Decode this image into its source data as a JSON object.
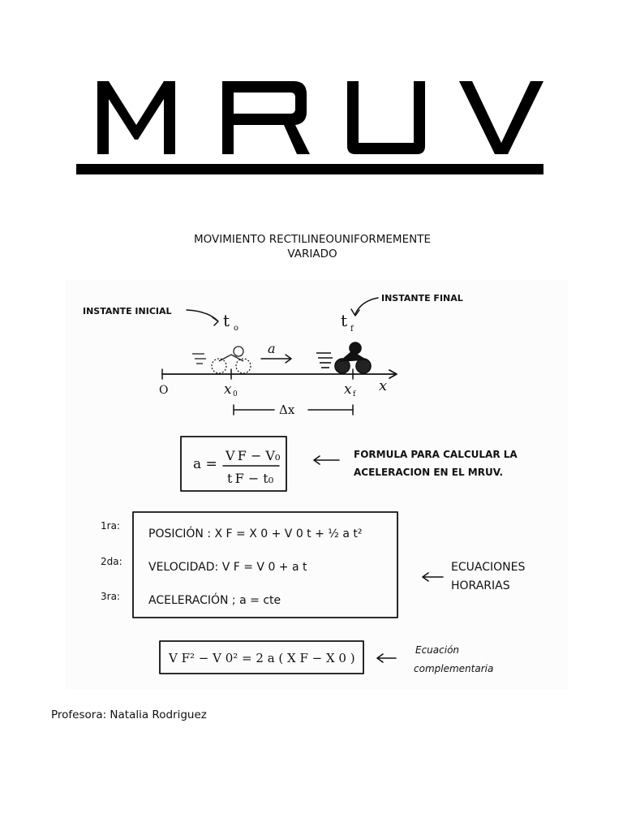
{
  "title": {
    "letters": [
      "M",
      "R",
      "U",
      "V"
    ]
  },
  "subtitle": {
    "line1": "MOVIMIENTO RECTILINEOUNIFORMEMENTE",
    "line2": "VARIADO"
  },
  "diagram": {
    "label_initial": "INSTANTE INICIAL",
    "label_final": "INSTANTE FINAL",
    "t0": "t",
    "t0_sub": "o",
    "tf": "t",
    "tf_sub": "f",
    "accel": "a",
    "origin": "O",
    "x0": "x",
    "x0_sub": "0",
    "xf": "x",
    "xf_sub": "f",
    "axis": "x",
    "delta_x": "Δx"
  },
  "formula": {
    "lhs": "a =",
    "numerator": "V F − V₀",
    "denominator": "t F − t₀",
    "note_line1": "FORMULA PARA CALCULAR LA",
    "note_line2": "ACELERACION EN EL MRUV."
  },
  "equations": {
    "ordinals": [
      "1ra:",
      "2da:",
      "3ra:"
    ],
    "rows": [
      "POSICIÓN : X F = X 0 + V 0 t + ½ a t²",
      "VELOCIDAD: V F = V 0 + a t",
      "ACELERACIÓN ; a = cte"
    ],
    "note_line1": "ECUACIONES",
    "note_line2": "HORARIAS"
  },
  "complementary": {
    "equation": "V F² − V 0² = 2 a ( X F − X 0 )",
    "note_line1": "Ecuación",
    "note_line2": "complementaria"
  },
  "footer": {
    "author": "Profesora: Natalia Rodriguez"
  }
}
